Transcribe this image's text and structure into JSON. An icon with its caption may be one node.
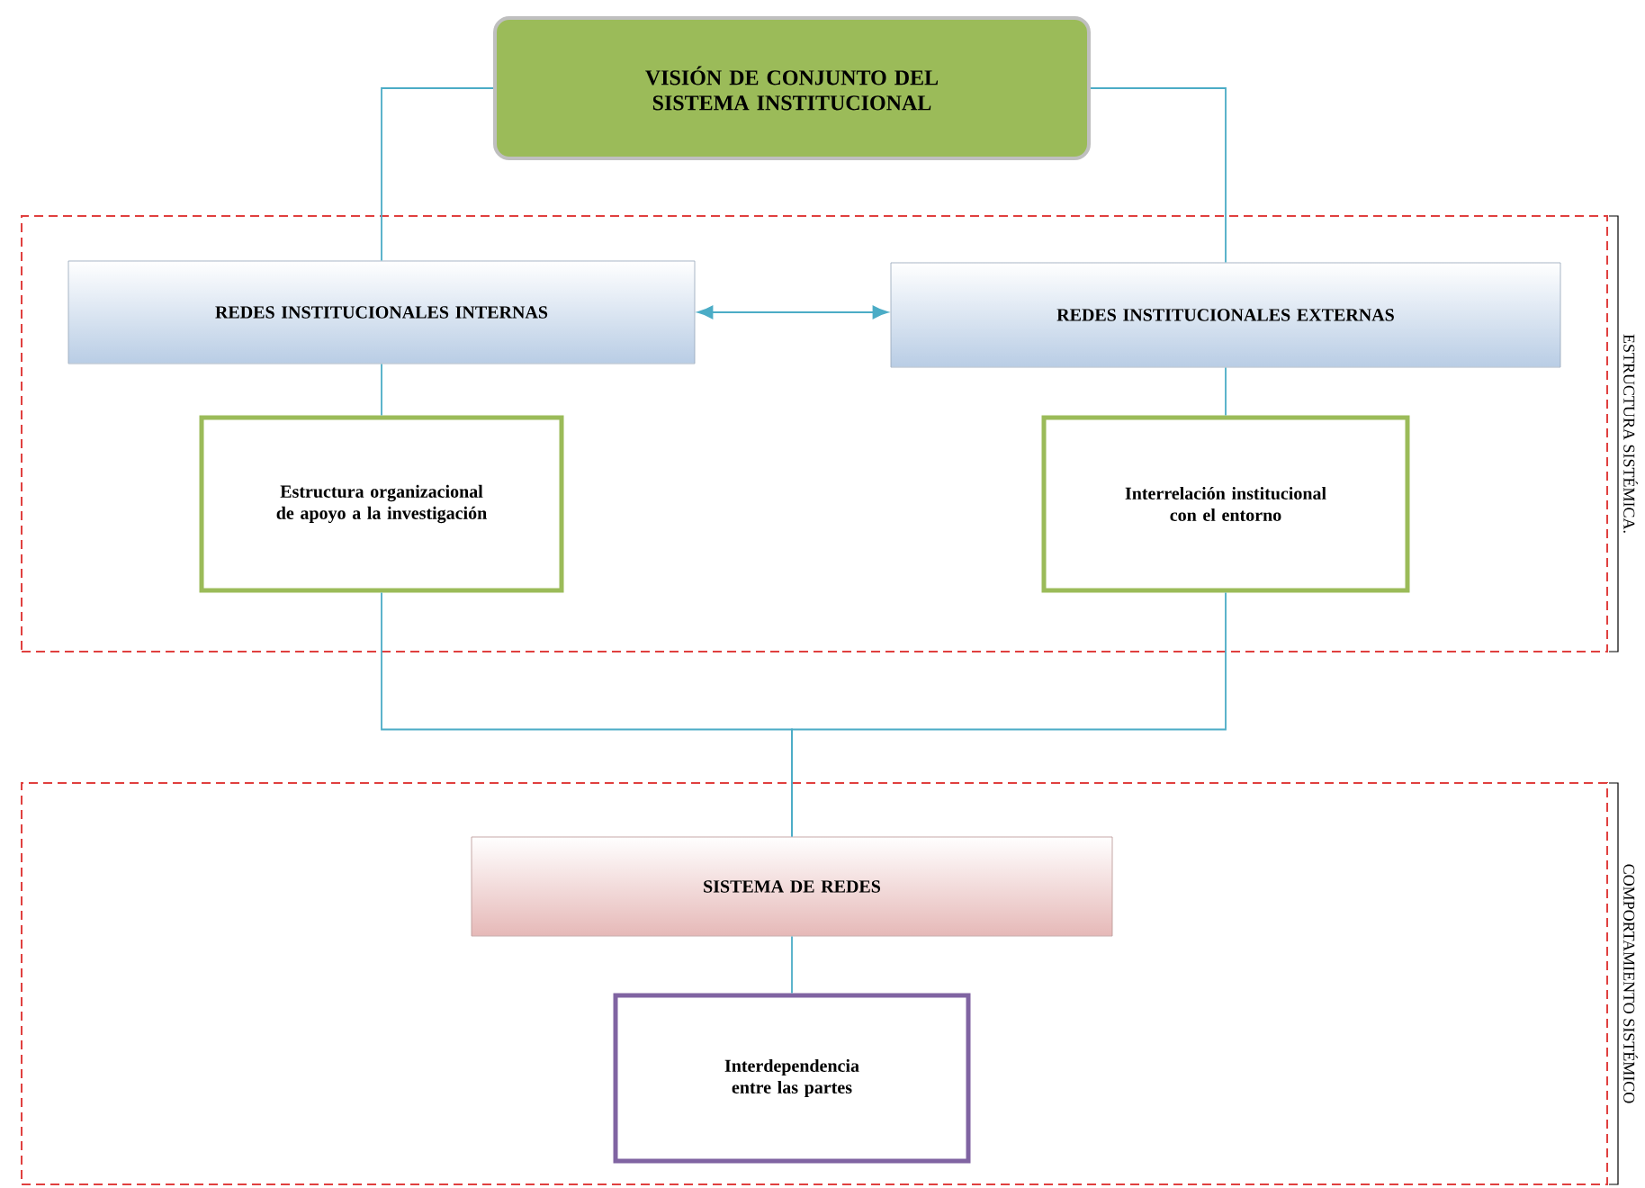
{
  "diagram": {
    "nodes": [
      {
        "text": [
          "VISIÓN DE CONJUNTO DEL SISTEMA INSTITUCIONAL"
        ]
      },
      {
        "text": [
          "ESTRUCTURA SISTÉMICA."
        ]
      },
      {
        "text": [
          "REDES INSTITUCIONALES INTERNAS"
        ],
        "in": 1
      },
      {
        "text": [
          "REDES INSTITUCIONALES EXTERNAS"
        ],
        "in": 1
      },
      {
        "text": [
          "Estructura organizacional de apoyo a la investigación"
        ],
        "in": 1
      },
      {
        "text": [
          "Interrelación institucional con el entorno"
        ],
        "in": 1
      },
      {
        "text": [
          "COMPORTAMIENTO SISTÉMICO"
        ]
      },
      {
        "text": [
          "SISTEMA DE REDES"
        ],
        "in": 6
      },
      {
        "text": [
          "Interdependencia entre las partes"
        ],
        "in": 6
      }
    ],
    "edges": [
      {
        "from": 0,
        "to": 2,
        "arrow": "none"
      },
      {
        "from": 0,
        "to": 3,
        "arrow": "none"
      },
      {
        "from": 2,
        "to": 3,
        "arrow": "both"
      },
      {
        "from": 2,
        "to": 4,
        "arrow": "none"
      },
      {
        "from": 3,
        "to": 5,
        "arrow": "none"
      },
      {
        "from": 4,
        "to": 7,
        "arrow": "none"
      },
      {
        "from": 5,
        "to": 7,
        "arrow": "none"
      },
      {
        "from": 7,
        "to": 8,
        "arrow": "none"
      }
    ]
  }
}
